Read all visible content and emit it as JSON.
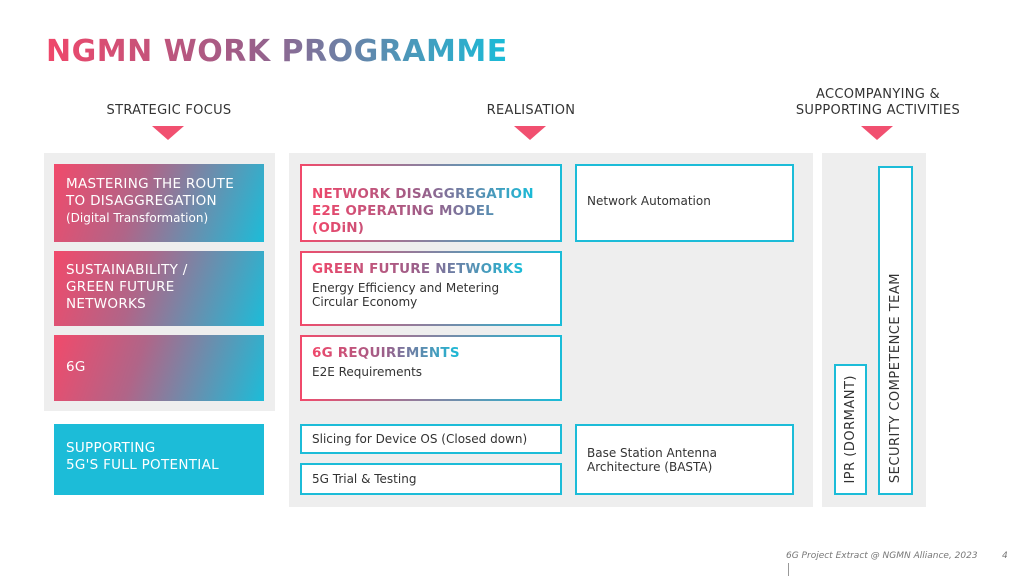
{
  "title": "NGMN WORK PROGRAMME",
  "columns": {
    "strategic": "STRATEGIC FOCUS",
    "realisation": "REALISATION",
    "accompanying_line1": "ACCOMPANYING &",
    "accompanying_line2": "SUPPORTING ACTIVITIES"
  },
  "strategic": {
    "item1_line1": "MASTERING THE ROUTE",
    "item1_line2": "TO DISAGGREGATION",
    "item1_sub": "(Digital Transformation)",
    "item2_line1": "SUSTAINABILITY /",
    "item2_line2": "GREEN FUTURE",
    "item2_line3": "NETWORKS",
    "item3": "6G",
    "item4_line1": "SUPPORTING",
    "item4_line2": "5G'S FULL POTENTIAL"
  },
  "realisation": {
    "disagg_line1": "NETWORK DISAGGREGATION",
    "disagg_line2": "E2E OPERATING MODEL (ODiN)",
    "automation": "Network Automation",
    "green_title": "GREEN FUTURE NETWORKS",
    "green_line1": "Energy Efficiency and Metering",
    "green_line2": "Circular Economy",
    "sixg_title": "6G REQUIREMENTS",
    "sixg_sub": "E2E Requirements",
    "slicing": "Slicing for Device OS (Closed down)",
    "trial": "5G Trial & Testing",
    "basta_line1": "Base Station Antenna",
    "basta_line2": "Architecture (BASTA)"
  },
  "supporting": {
    "ipr": "IPR (DORMANT)",
    "security": "SECURITY COMPETENCE TEAM"
  },
  "footer": {
    "text": "6G Project Extract @ NGMN Alliance, 2023",
    "page": "4"
  },
  "colors": {
    "pink": "#f14a6b",
    "cyan": "#1cbcd8",
    "panel": "#eeeeee"
  }
}
